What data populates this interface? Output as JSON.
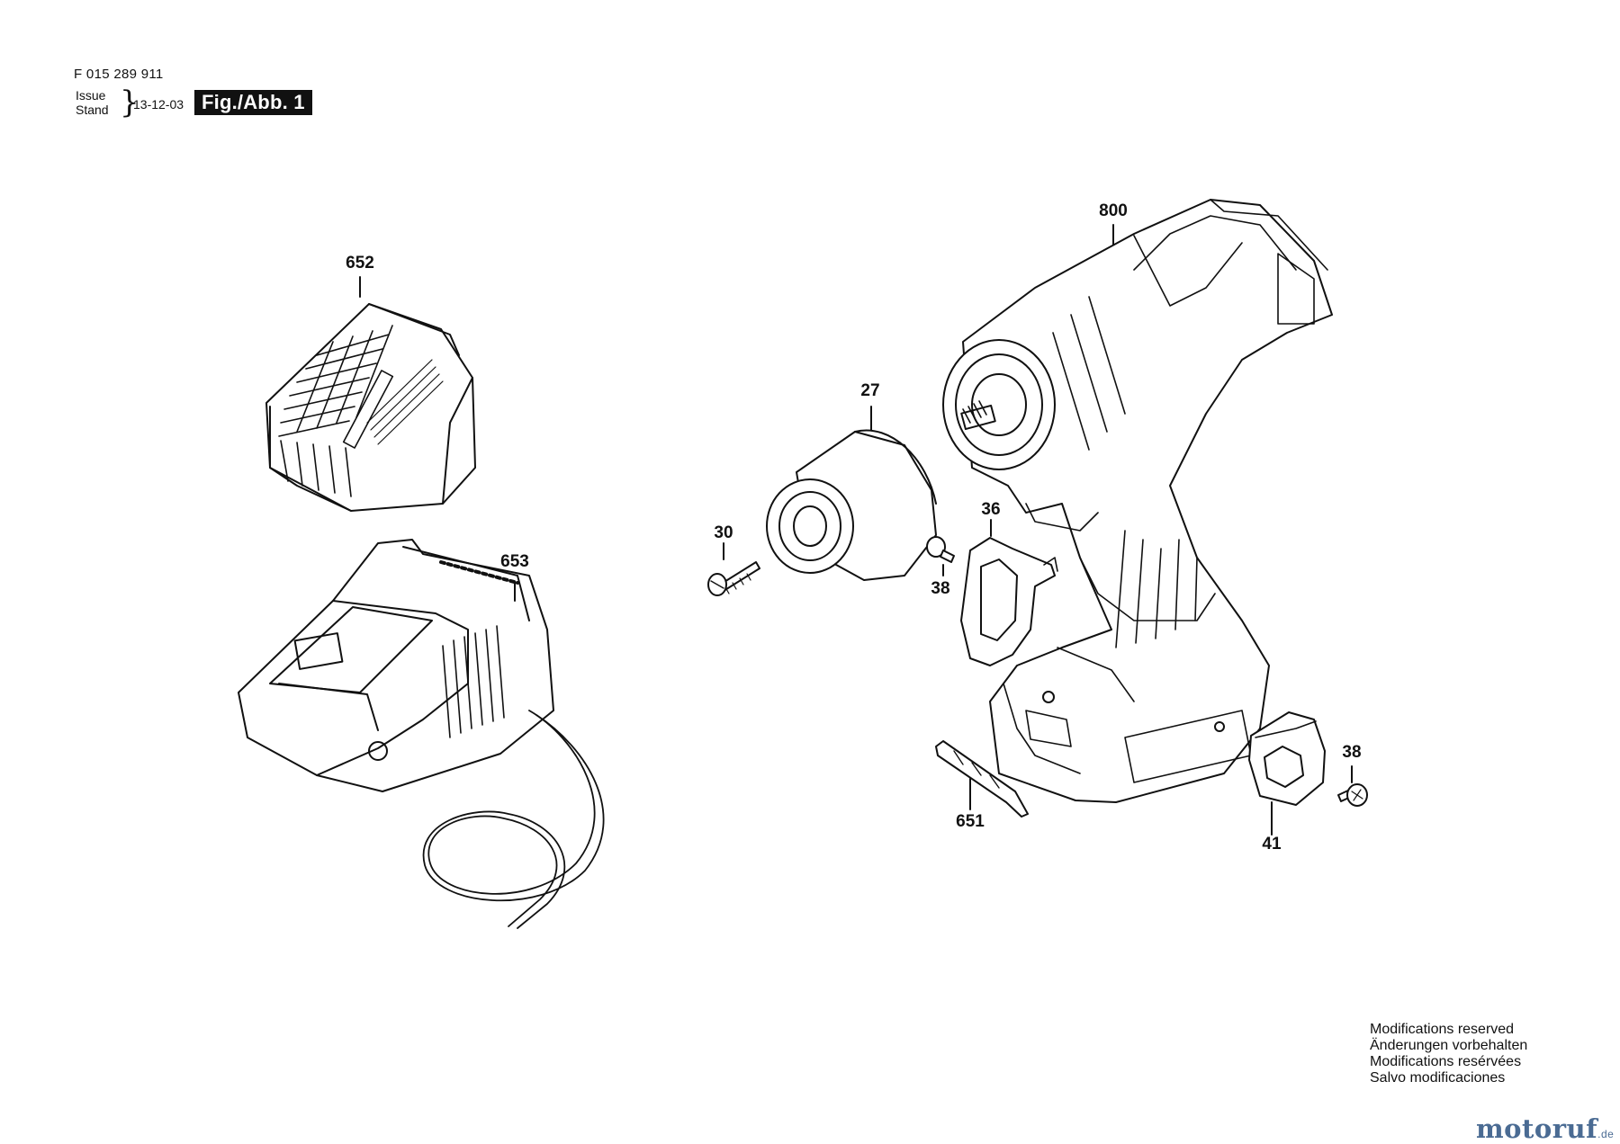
{
  "header": {
    "doc_number": "F 015 289 911",
    "issue_label": "Issue",
    "stand_label": "Stand",
    "issue_date": "13-12-03",
    "figure_label": "Fig./Abb. 1"
  },
  "parts": [
    {
      "id": "p652",
      "number": "652"
    },
    {
      "id": "p653",
      "number": "653"
    },
    {
      "id": "p800",
      "number": "800"
    },
    {
      "id": "p27",
      "number": "27"
    },
    {
      "id": "p30",
      "number": "30"
    },
    {
      "id": "p36",
      "number": "36"
    },
    {
      "id": "p38a",
      "number": "38"
    },
    {
      "id": "p38b",
      "number": "38"
    },
    {
      "id": "p651",
      "number": "651"
    },
    {
      "id": "p41",
      "number": "41"
    }
  ],
  "notes": [
    "Modifications reserved",
    "Änderungen vorbehalten",
    "Modifications resérvées",
    "Salvo modificaciones"
  ],
  "watermark": {
    "brand": "motoruf",
    "tld": ".de"
  }
}
